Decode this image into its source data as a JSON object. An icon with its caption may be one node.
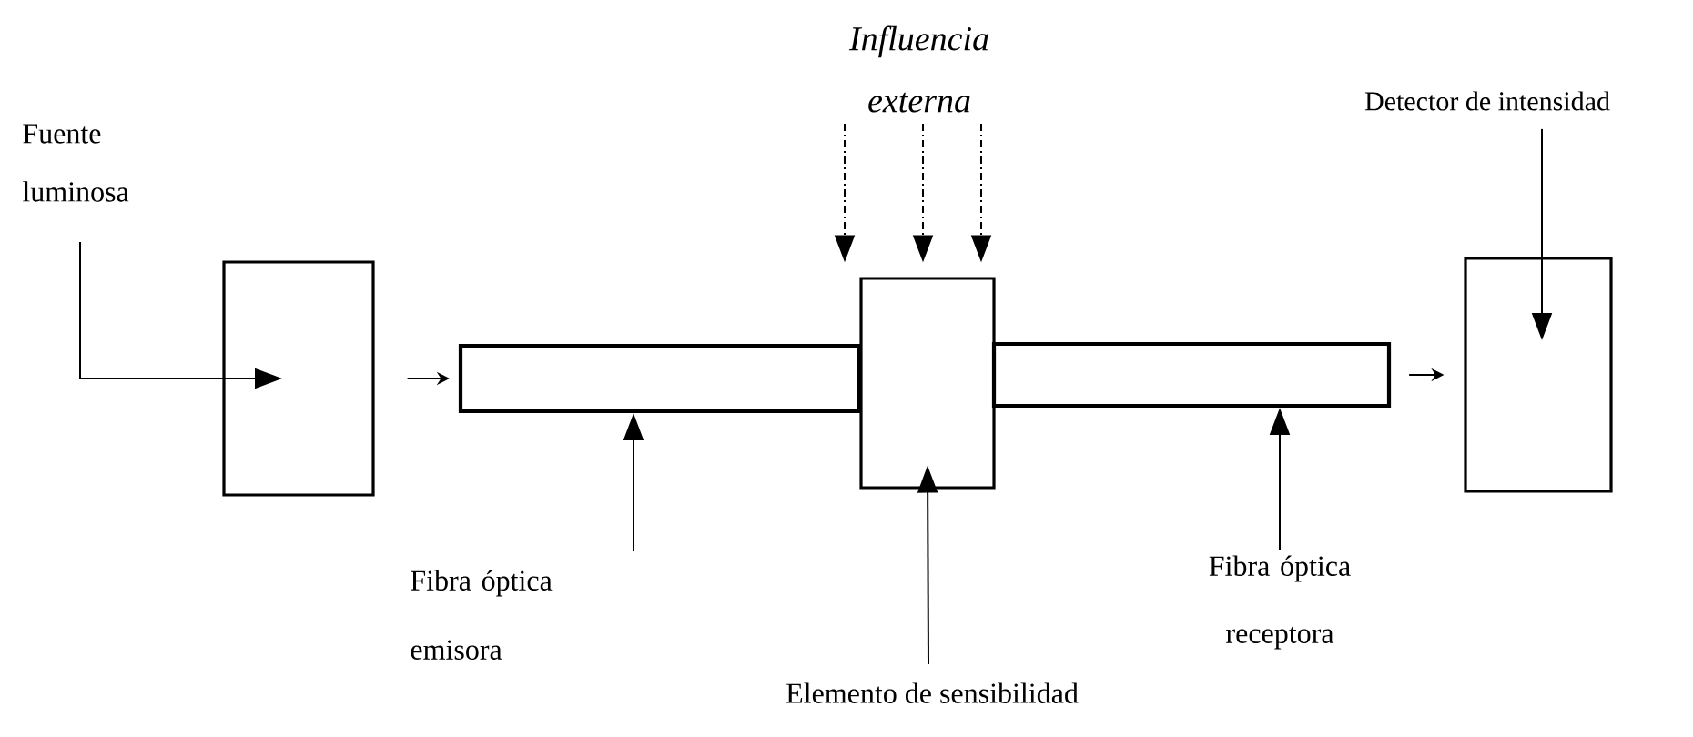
{
  "diagram": {
    "nodes": [
      {
        "text": [
          "Fuente luminosa"
        ]
      },
      {
        "text": [],
        "shape": "box"
      },
      {
        "text": [
          "Influencia externa"
        ]
      },
      {
        "text": [
          "Detector de intensidad"
        ]
      },
      {
        "text": [],
        "shape": "bar"
      },
      {
        "text": [],
        "shape": "box"
      },
      {
        "text": [],
        "shape": "bar"
      },
      {
        "text": [],
        "shape": "box"
      },
      {
        "text": [
          "Fibra óptica emisora"
        ]
      },
      {
        "text": [
          "Elemento de sensibilidad"
        ]
      },
      {
        "text": [
          "Fibra óptica receptora"
        ]
      }
    ],
    "edges": [
      {
        "from": 0,
        "to": 1,
        "arrow": "to"
      },
      {
        "from": 1,
        "to": 4,
        "arrow": "to"
      },
      {
        "from": 6,
        "to": 7,
        "arrow": "to"
      },
      {
        "from": 2,
        "to": 5,
        "arrow": "to",
        "style": "dashed"
      },
      {
        "from": 2,
        "to": 5,
        "arrow": "to",
        "style": "dashed"
      },
      {
        "from": 2,
        "to": 5,
        "arrow": "to",
        "style": "dashed"
      },
      {
        "from": 3,
        "to": 7,
        "arrow": "to"
      },
      {
        "from": 8,
        "to": 4,
        "arrow": "to"
      },
      {
        "from": 9,
        "to": 5,
        "arrow": "to"
      },
      {
        "from": 10,
        "to": 6,
        "arrow": "to"
      }
    ]
  }
}
